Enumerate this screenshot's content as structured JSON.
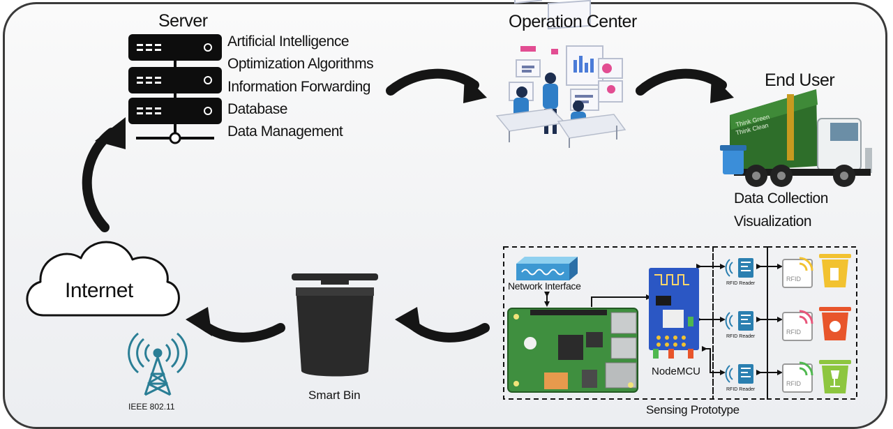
{
  "server": {
    "title": "Server",
    "items": [
      "Artificial Intelligence",
      "Optimization Algorithms",
      "Information Forwarding",
      "Database",
      "Data Management"
    ]
  },
  "operation_center": {
    "title": "Operation Center"
  },
  "end_user": {
    "title": "End User",
    "truck_text": [
      "Think Green",
      "Think Clean"
    ],
    "items": [
      "Data Collection",
      "Visualization"
    ]
  },
  "internet": {
    "label": "Internet"
  },
  "antenna": {
    "label": "IEEE 802.11"
  },
  "smart_bin": {
    "label": "Smart Bin"
  },
  "prototype": {
    "title": "Sensing Prototype",
    "network_interface": "Network Interface",
    "nodemcu": "NodeMCU",
    "rfid_reader": "RFID Reader",
    "rfid_tag": "RFID",
    "bin_colors": [
      "#f2c230",
      "#e8552b",
      "#8dc63f"
    ],
    "signal_colors": [
      "#f2c230",
      "#e8557a",
      "#4fb84f"
    ]
  },
  "colors": {
    "arrow": "#151515",
    "board_green": "#3f8f3f",
    "esp_blue": "#2b57c4"
  }
}
